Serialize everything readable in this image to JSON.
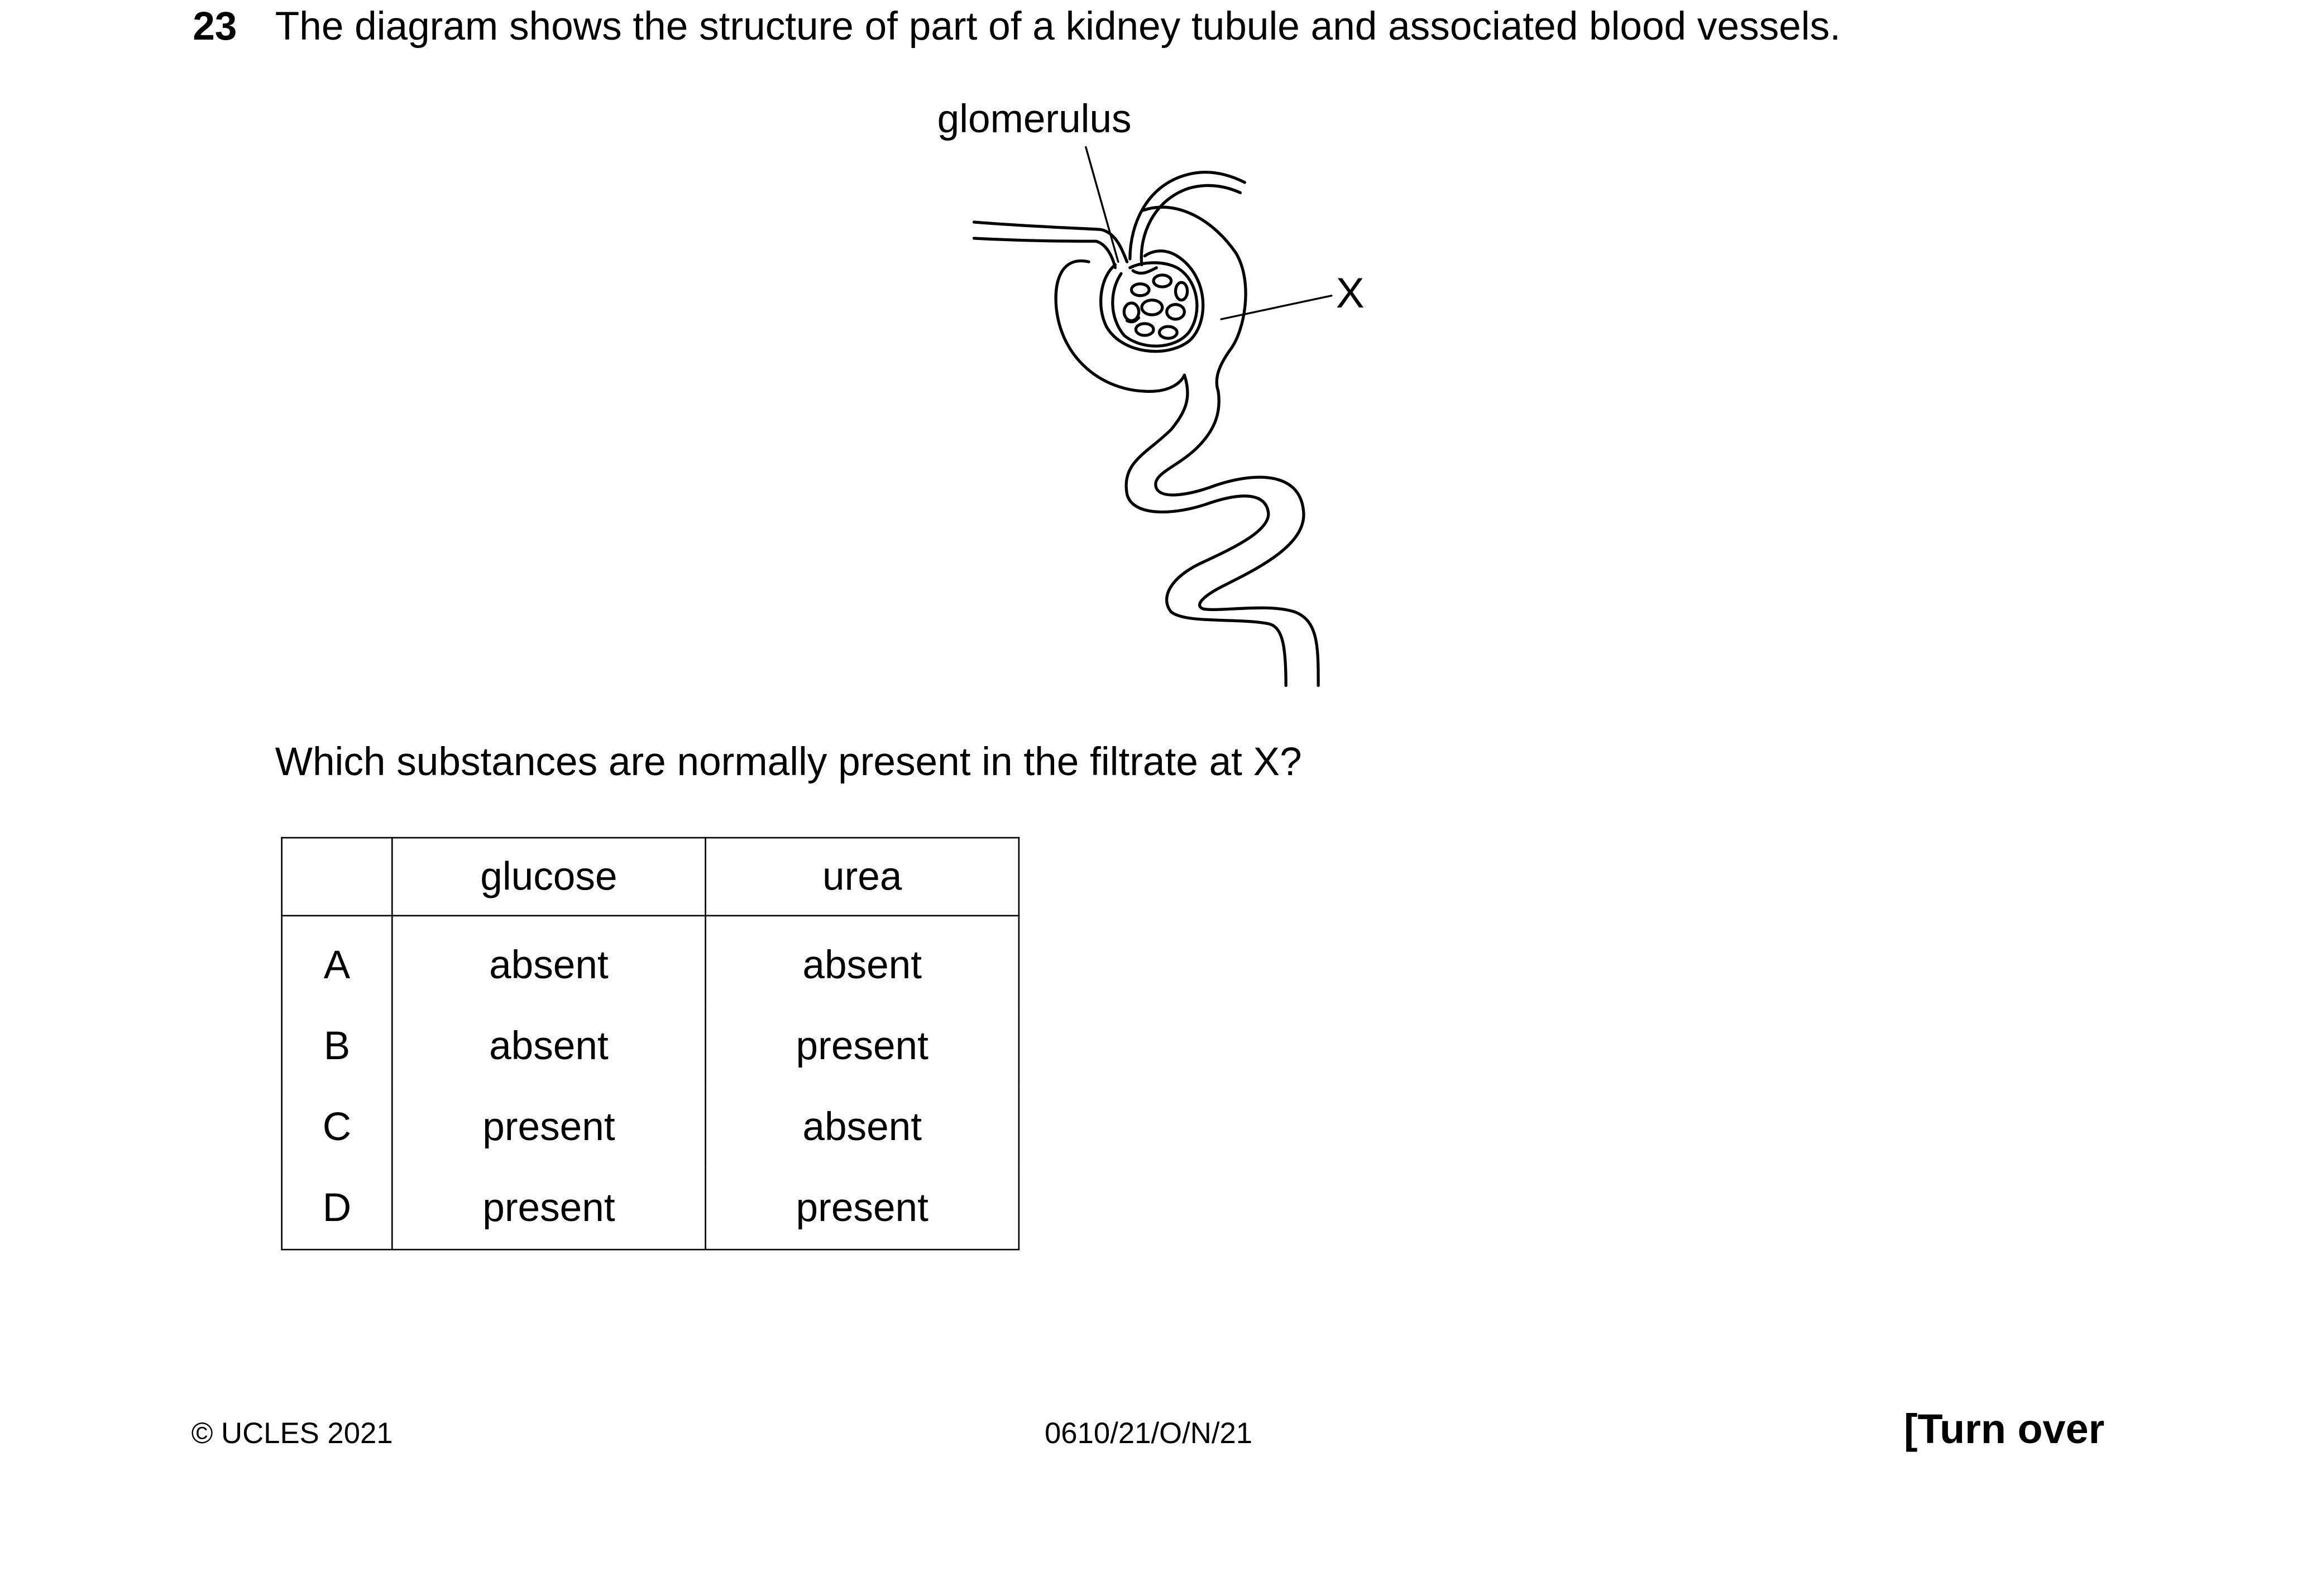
{
  "question": {
    "number": "23",
    "stem": "The diagram shows the structure of part of a kidney tubule and associated blood vessels.",
    "prompt": "Which substances are normally present in the filtrate at X?"
  },
  "diagram": {
    "labels": {
      "glomerulus": "glomerulus",
      "x": "X"
    }
  },
  "table": {
    "headers": [
      "",
      "glucose",
      "urea"
    ],
    "rows": [
      {
        "key": "A",
        "glucose": "absent",
        "urea": "absent"
      },
      {
        "key": "B",
        "glucose": "absent",
        "urea": "present"
      },
      {
        "key": "C",
        "glucose": "present",
        "urea": "absent"
      },
      {
        "key": "D",
        "glucose": "present",
        "urea": "present"
      }
    ]
  },
  "footer": {
    "copyright": "© UCLES 2021",
    "code": "0610/21/O/N/21",
    "turn_over": "[Turn over"
  }
}
